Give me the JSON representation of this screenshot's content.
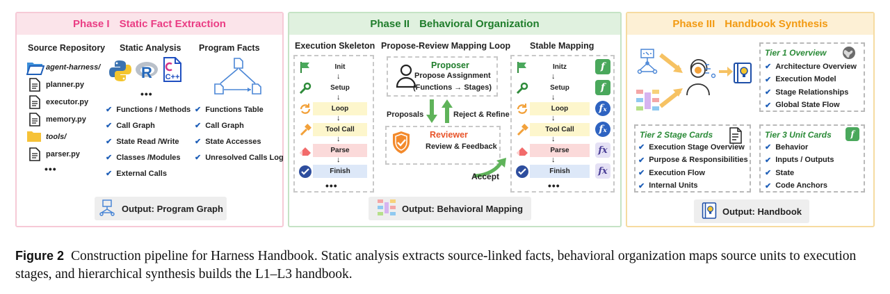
{
  "phase1": {
    "title_num": "Phase I",
    "title_text": "Static Fact Extraction",
    "source_repo": {
      "heading": "Source Repository",
      "items": [
        {
          "name": "agent-harness/",
          "kind": "folder-open"
        },
        {
          "name": "planner.py",
          "kind": "file"
        },
        {
          "name": "executor.py",
          "kind": "file"
        },
        {
          "name": "memory.py",
          "kind": "file"
        },
        {
          "name": "tools/",
          "kind": "folder"
        },
        {
          "name": "parser.py",
          "kind": "file"
        }
      ],
      "more": "•••"
    },
    "static_analysis": {
      "heading": "Static Analysis",
      "more": "•••",
      "items": [
        "Functions / Methods",
        "Call Graph",
        "State Read /Write",
        "Classes /Modules",
        "External Calls"
      ]
    },
    "program_facts": {
      "heading": "Program Facts",
      "items": [
        "Functions Table",
        "Call Graph",
        "State Accesses",
        "Unresolved Calls Log"
      ]
    },
    "output": "Output: Program Graph"
  },
  "phase2": {
    "title_num": "Phase II",
    "title_text": "Behavioral Organization",
    "skeleton_heading": "Execution Skeleton",
    "loop_heading": "Propose-Review Mapping Loop",
    "mapping_heading": "Stable Mapping",
    "skeleton_stages": [
      "Init",
      "Setup",
      "Loop",
      "Tool Call",
      "Parse",
      "Finish"
    ],
    "mapping_stages": [
      "Initz",
      "Setup",
      "Loop",
      "Tool Call",
      "Parse",
      "Finish"
    ],
    "more": "•••",
    "proposer": {
      "title": "Proposer",
      "line1": "Propose Assignment",
      "line2": "(Functions → Stages)"
    },
    "reviewer": {
      "title": "Reviewer",
      "line1": "Review & Feedback"
    },
    "proposals_label": "Proposals",
    "reject_label": "Reject & Refine",
    "accept_label": "Accept",
    "output": "Output: Behavioral Mapping"
  },
  "phase3": {
    "title_num": "Phase III",
    "title_text": "Handbook Synthesis",
    "tier1": {
      "title": "Tier 1 Overview",
      "items": [
        "Architecture Overview",
        "Execution Model",
        "Stage Relationships",
        "Global State Flow"
      ]
    },
    "tier2": {
      "title": "Tier 2  Stage Cards",
      "items": [
        "Execution Stage Overview",
        "Purpose & Responsibilities",
        "Execution Flow",
        "Internal Units"
      ]
    },
    "tier3": {
      "title": "Tier 3 Unit Cards",
      "items": [
        "Behavior",
        "Inputs / Outputs",
        "State",
        "Code Anchors"
      ]
    },
    "output": "Output: Handbook"
  },
  "caption": {
    "label": "Figure 2",
    "text": "Construction pipeline for Harness Handbook.  Static analysis extracts source-linked facts, behavioral organization maps source units to execution stages, and hierarchical synthesis builds the L1–L3 handbook."
  },
  "colors": {
    "phase1_accent": "#ea3d84",
    "phase2_accent": "#1f7d2b",
    "phase3_accent": "#f29a12",
    "check_blue": "#1f5fb8",
    "tier_green": "#2a8a37"
  }
}
